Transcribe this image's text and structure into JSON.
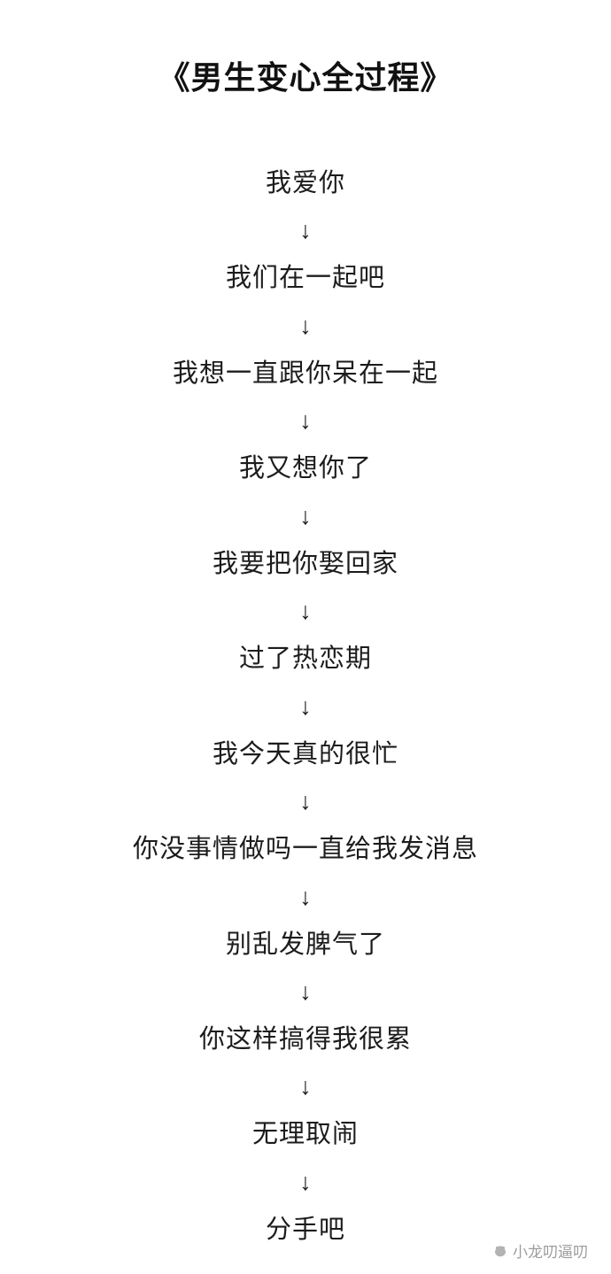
{
  "title": "《男生变心全过程》",
  "flow": {
    "arrow": "↓",
    "steps": [
      "我爱你",
      "我们在一起吧",
      "我想一直跟你呆在一起",
      "我又想你了",
      "我要把你娶回家",
      "过了热恋期",
      "我今天真的很忙",
      "你没事情做吗一直给我发消息",
      "别乱发脾气了",
      "你这样搞得我很累",
      "无理取闹",
      "分手吧"
    ]
  },
  "watermark": {
    "text": "小龙叨逼叨",
    "icon": "mascot-logo-icon",
    "color": "#9c9c9c"
  },
  "colors": {
    "background": "#ffffff",
    "text": "#1c1c1c",
    "title": "#111111"
  }
}
